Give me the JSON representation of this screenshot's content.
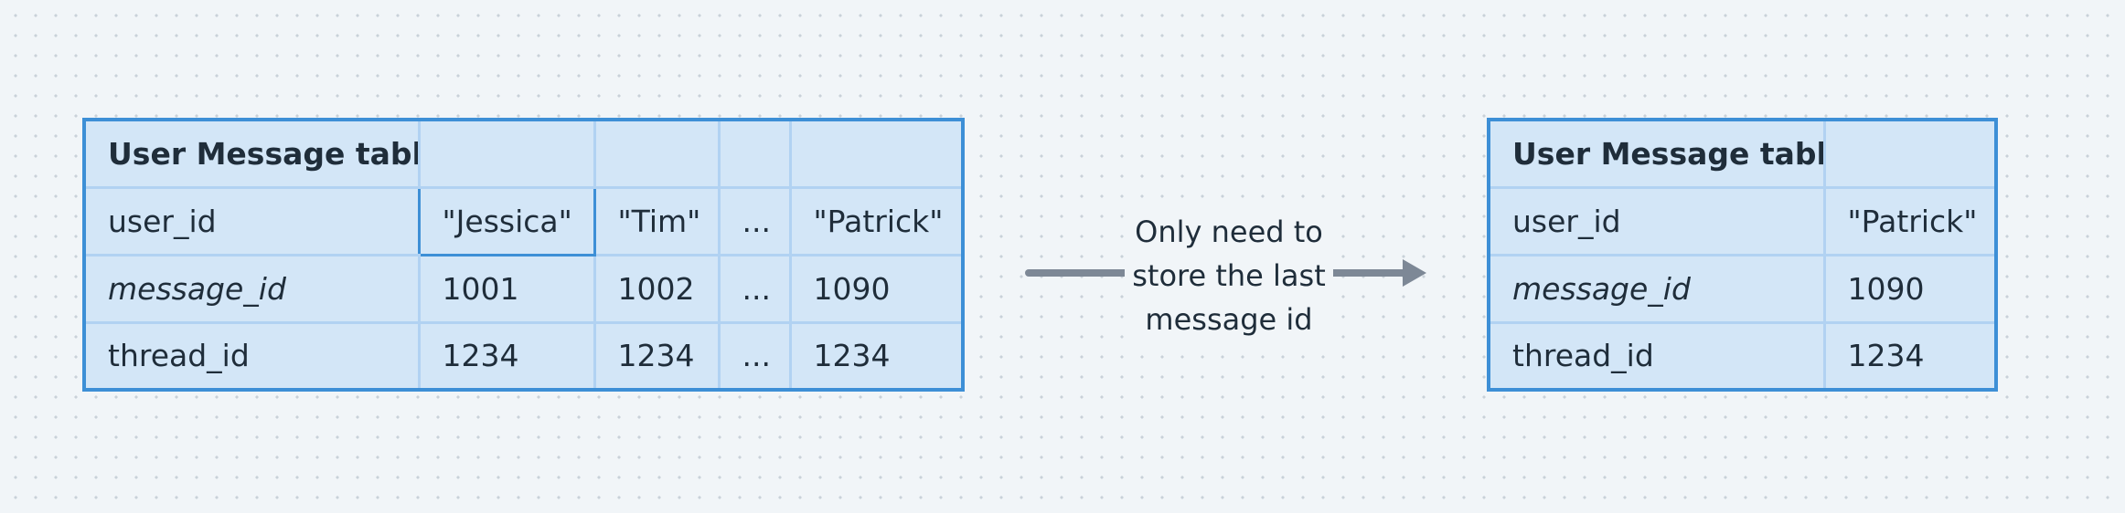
{
  "left_table": {
    "title": "User Message table",
    "rows": [
      {
        "label": "user_id",
        "values": [
          "\"Jessica\"",
          "\"Tim\"",
          "...",
          "\"Patrick\""
        ]
      },
      {
        "label": "message_id",
        "values": [
          "1001",
          "1002",
          "...",
          "1090"
        ]
      },
      {
        "label": "thread_id",
        "values": [
          "1234",
          "1234",
          "...",
          "1234"
        ]
      }
    ]
  },
  "arrow": {
    "label_line1": "Only need to",
    "label_line2": "store the last",
    "label_line3": "message id"
  },
  "right_table": {
    "title": "User Message table",
    "rows": [
      {
        "label": "user_id",
        "values": [
          "\"Patrick\""
        ]
      },
      {
        "label": "message_id",
        "values": [
          "1090"
        ]
      },
      {
        "label": "thread_id",
        "values": [
          "1234"
        ]
      }
    ]
  },
  "colors": {
    "table_fill": "#d3e6f7",
    "table_border": "#3d8fd6",
    "cell_border": "#b1d2f2",
    "arrow": "#7d8896",
    "background": "#f1f5f8"
  }
}
